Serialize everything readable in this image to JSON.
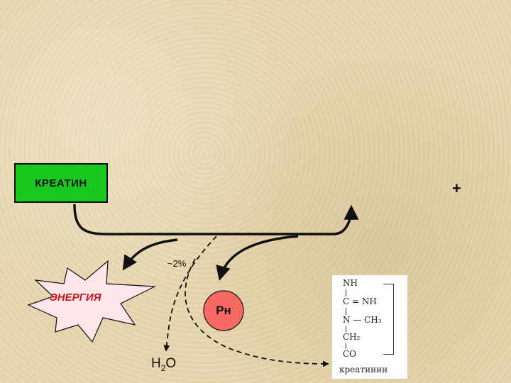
{
  "diagram": {
    "nodes": {
      "kreatin": "КРЕАТИН",
      "energy": "ЭНЕРГИЯ",
      "pn": "Рн",
      "water_main": "H",
      "water_sub": "2",
      "water_tail": "O",
      "plus": "+",
      "percent": "~2%"
    },
    "kreatinin_formula": {
      "rows": [
        "NH",
        "C = NH",
        "N — CH₃",
        "CH₂",
        "CO"
      ],
      "caption": "креатинин"
    },
    "colors": {
      "kreatin_fill": "#18c81e",
      "energy_fill": "#fde6ea",
      "energy_text": "#c8101a",
      "pn_fill": "#f76a63",
      "formula_bg": "#ffffff"
    }
  }
}
